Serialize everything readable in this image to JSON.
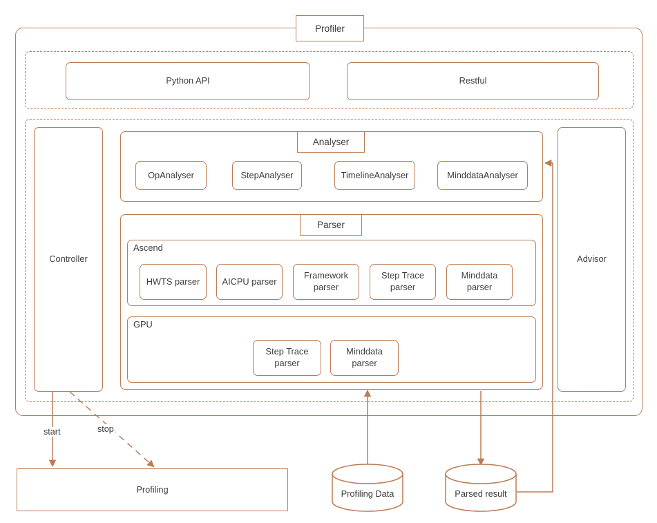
{
  "diagram": {
    "title": "Profiler",
    "accent_color": "#bd7b54",
    "text_color": "#3d3d3d",
    "background": "#ffffff"
  },
  "api_layer": {
    "items": [
      {
        "label": "Python API"
      },
      {
        "label": "Restful"
      }
    ]
  },
  "core_layer": {
    "controller": {
      "label": "Controller"
    },
    "advisor": {
      "label": "Advisor"
    },
    "analyser": {
      "title": "Analyser",
      "items": [
        {
          "label": "OpAnalyser"
        },
        {
          "label": "StepAnalyser"
        },
        {
          "label": "TimelineAnalyser"
        },
        {
          "label": "MinddataAnalyser"
        }
      ]
    },
    "parser": {
      "title": "Parser",
      "groups": [
        {
          "name": "Ascend",
          "items": [
            {
              "line1": "HWTS parser",
              "line2": ""
            },
            {
              "line1": "AICPU parser",
              "line2": ""
            },
            {
              "line1": "Framework",
              "line2": "parser"
            },
            {
              "line1": "Step Trace",
              "line2": "parser"
            },
            {
              "line1": "Minddata",
              "line2": "parser"
            }
          ]
        },
        {
          "name": "GPU",
          "items": [
            {
              "line1": "Step Trace",
              "line2": "parser"
            },
            {
              "line1": "Minddata",
              "line2": "parser"
            }
          ]
        }
      ]
    }
  },
  "bottom_layer": {
    "profiling": {
      "label": "Profiling"
    },
    "stores": [
      {
        "label": "Profiling Data"
      },
      {
        "label": "Parsed result"
      }
    ]
  },
  "edges": [
    {
      "label": "start",
      "style": "solid",
      "from": "Controller",
      "to": "Profiling"
    },
    {
      "label": "stop",
      "style": "dashed",
      "from": "Controller",
      "to": "Profiling"
    },
    {
      "label": "",
      "style": "solid",
      "from": "Profiling Data",
      "to": "Parser"
    },
    {
      "label": "",
      "style": "solid",
      "from": "Parser",
      "to": "Parsed result"
    },
    {
      "label": "",
      "style": "solid",
      "from": "Parsed result",
      "to": "Analyser"
    }
  ]
}
